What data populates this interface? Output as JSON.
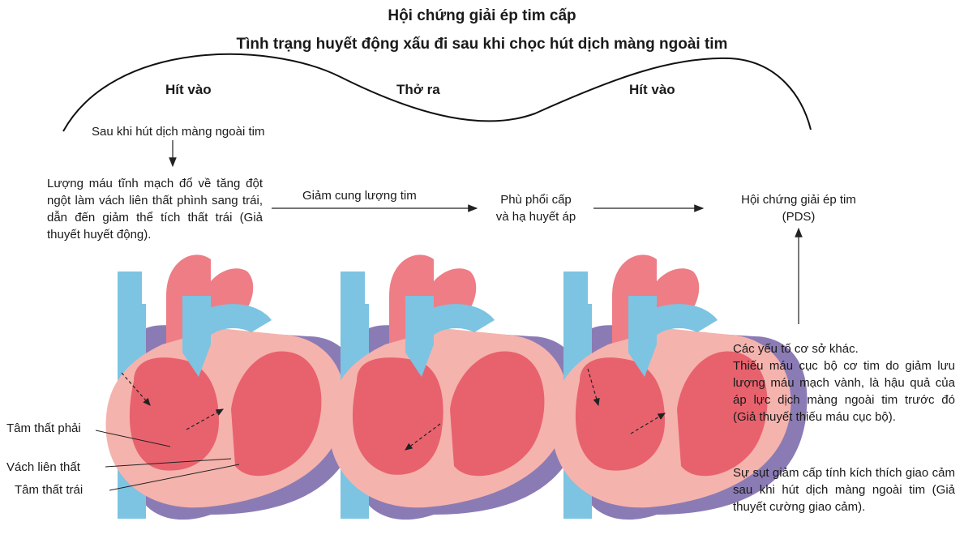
{
  "title": "Hội chứng giải ép tim cấp",
  "subtitle": "Tình trạng huyết động xấu đi sau khi chọc hút dịch màng ngoài tim",
  "phases": [
    "Hít vào",
    "Thở ra",
    "Hít vào"
  ],
  "after_drainage": "Sau khi hút dịch màng ngoài tim",
  "hemodynamic_hypothesis": "Lượng máu tĩnh mạch đổ về tăng đột ngột làm vách liên thất phình sang trái, dẫn đến giảm thể tích thất trái (Giả thuyết huyết động).",
  "reduced_output": "Giảm cung lượng tim",
  "edema": [
    "Phù phổi cấp",
    "và hạ huyết áp"
  ],
  "pds": [
    "Hội chứng giải ép tim",
    "(PDS)"
  ],
  "other_factors_title": "Các yếu tố cơ sở khác.",
  "ischemia_hypothesis": "Thiếu máu cục bộ cơ tim do giảm lưu lượng máu mạch vành, là hậu quả của áp lực dịch màng ngoài tim trước đó (Giả thuyết thiếu máu cục bộ).",
  "sympathetic_hypothesis": "Sự sụt giảm cấp tính kích thích giao cảm sau khi hút dịch màng ngoài tim (Giả thuyết cường giao cảm).",
  "heart_labels": [
    "Tâm thất phải",
    "Vách liên thất",
    "Tâm thất trái"
  ],
  "colors": {
    "vein_blue": "#7cc4e2",
    "artery_pink": "#ee7d86",
    "myocardium": "#f5b3ad",
    "chamber": "#e8626e",
    "pericardium": "#8b7bb5"
  }
}
